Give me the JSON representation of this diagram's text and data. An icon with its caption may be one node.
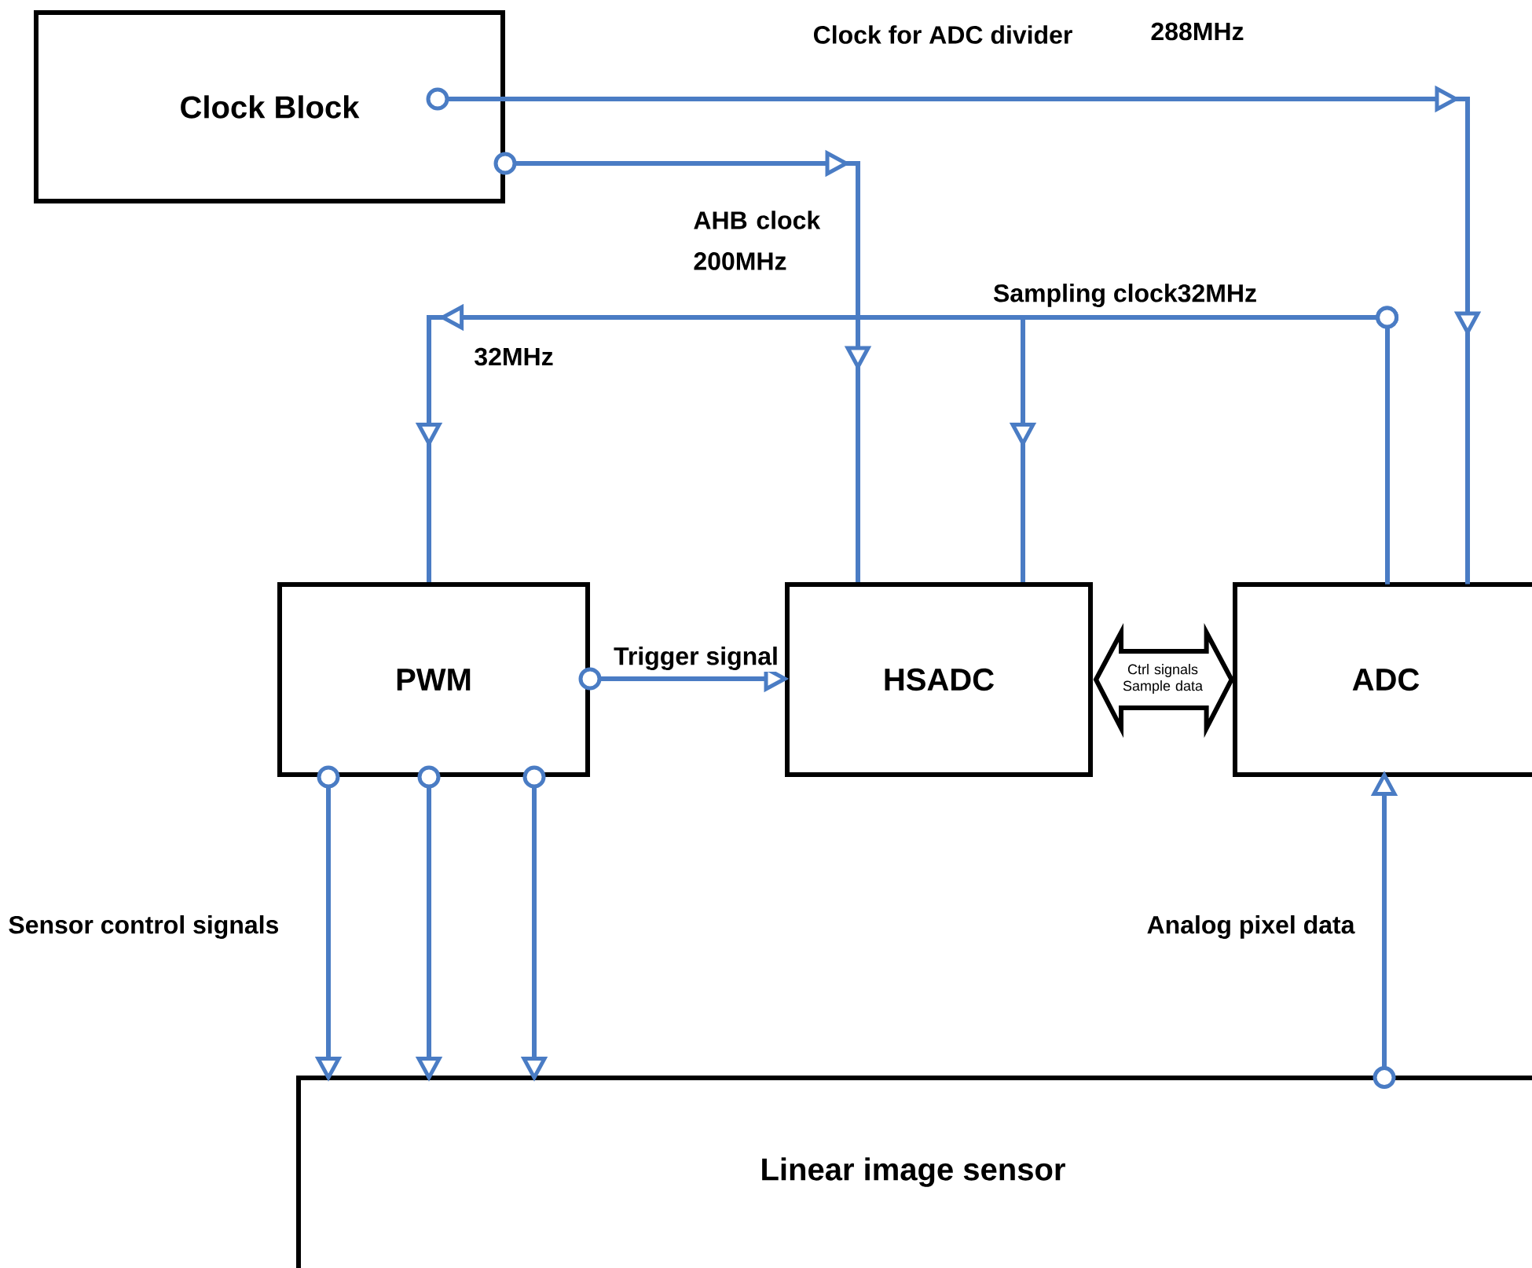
{
  "diagram": {
    "nodes": [
      {
        "text": [
          "Clock Block"
        ]
      },
      {
        "text": [
          "PWM"
        ]
      },
      {
        "text": [
          "HSADC"
        ]
      },
      {
        "text": [
          "ADC"
        ]
      },
      {
        "text": [
          "Linear image sensor"
        ]
      }
    ],
    "edges": [
      {
        "from": 0,
        "to": 3,
        "arrow": "to",
        "label": "Clock for ADC divider"
      },
      {
        "from": 0,
        "to": 2,
        "arrow": "to",
        "label": "AHB clock 200MHz"
      },
      {
        "from": 3,
        "to": 1,
        "arrow": "to",
        "label": "Sampling clock32MHz"
      },
      {
        "from": 3,
        "to": 2,
        "arrow": "to"
      },
      {
        "from": 1,
        "to": 2,
        "arrow": "to",
        "label": "Trigger signal"
      },
      {
        "from": 2,
        "to": 3,
        "arrow": "both",
        "label": "Ctrl signals Sample data",
        "color": "#000000"
      },
      {
        "from": 1,
        "to": 4,
        "arrow": "to"
      },
      {
        "from": 1,
        "to": 4,
        "arrow": "to"
      },
      {
        "from": 1,
        "to": 4,
        "arrow": "to"
      },
      {
        "from": 4,
        "to": 3,
        "arrow": "to"
      }
    ],
    "labels": [
      "288MHz",
      "32MHz",
      "Sensor control signals",
      "Analog pixel data"
    ]
  }
}
